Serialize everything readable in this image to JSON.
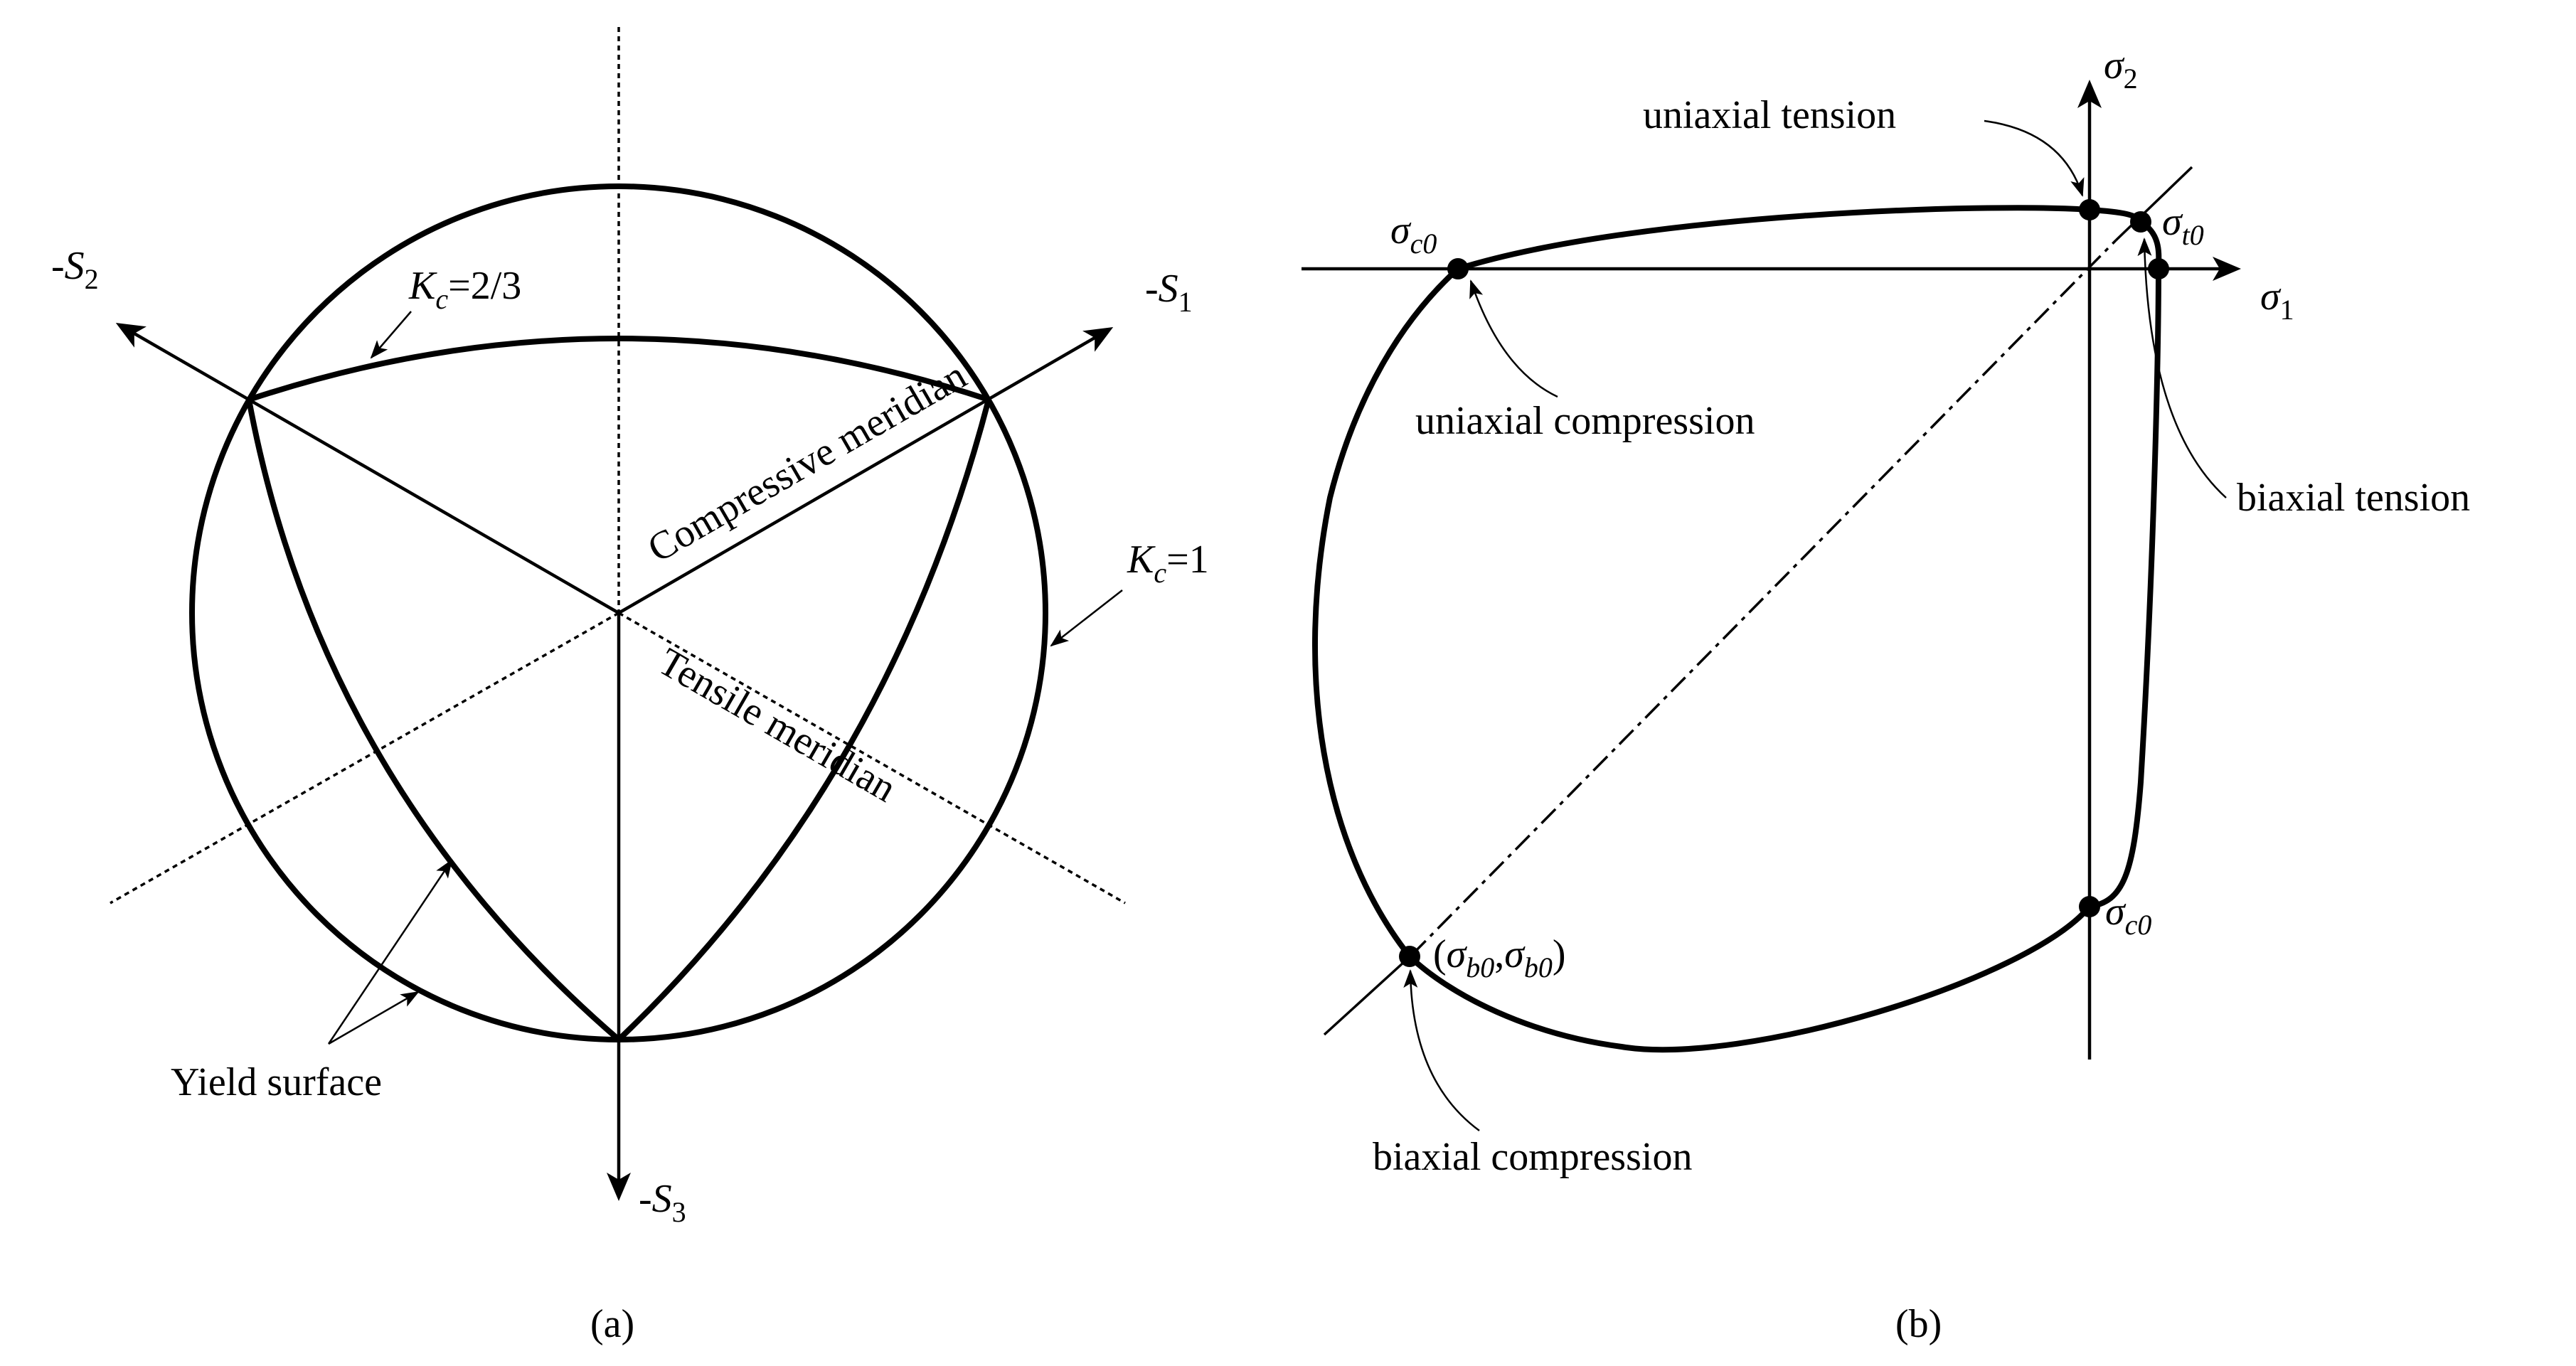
{
  "panel_a": {
    "caption": "(a)",
    "axis_s1": {
      "prefix": "-",
      "symbol": "S",
      "subscript": "1"
    },
    "axis_s2": {
      "prefix": "-",
      "symbol": "S",
      "subscript": "2"
    },
    "axis_s3": {
      "prefix": "-",
      "symbol": "S",
      "subscript": "3"
    },
    "kc_inner": {
      "symbol": "K",
      "subscript": "c",
      "value": "=2/3"
    },
    "kc_outer": {
      "symbol": "K",
      "subscript": "c",
      "value": "=1"
    },
    "compressive_meridian": "Compressive meridian",
    "tensile_meridian": "Tensile meridian",
    "yield_surface": "Yield surface"
  },
  "panel_b": {
    "caption": "(b)",
    "axis_sigma1": {
      "symbol": "σ",
      "subscript": "1"
    },
    "axis_sigma2": {
      "symbol": "σ",
      "subscript": "2"
    },
    "sigma_c0_left": {
      "symbol": "σ",
      "subscript": "c0"
    },
    "sigma_c0_bottom": {
      "symbol": "σ",
      "subscript": "c0"
    },
    "sigma_t0": {
      "symbol": "σ",
      "subscript": "t0"
    },
    "biaxial_point": {
      "open": "(",
      "symbol": "σ",
      "subscript": "b0",
      "comma": ",",
      "close": ")"
    },
    "uniaxial_tension": "uniaxial tension",
    "uniaxial_compression": "uniaxial compression",
    "biaxial_tension": "biaxial tension",
    "biaxial_compression": "biaxial compression"
  }
}
